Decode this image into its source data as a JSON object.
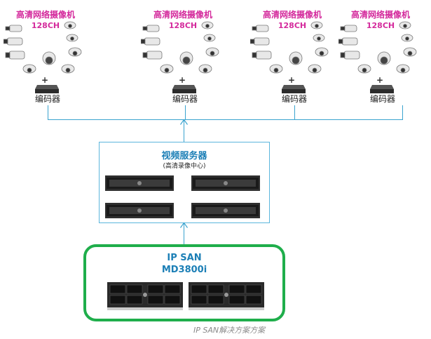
{
  "camera_groups": [
    {
      "title": "高清网络摄像机",
      "channels": "128CH",
      "encoder_label": "编码器"
    },
    {
      "title": "高清网络摄像机",
      "channels": "128CH",
      "encoder_label": "编码器"
    },
    {
      "title": "高清网络摄像机",
      "channels": "128CH",
      "encoder_label": "编码器"
    },
    {
      "title": "高清网络摄像机",
      "channels": "128CH",
      "encoder_label": "编码器"
    }
  ],
  "video_server": {
    "title": "视频服务器",
    "subtitle": "(高清录像中心)"
  },
  "ip_san": {
    "line1": "IP SAN",
    "line2": "MD3800i"
  },
  "caption": "IP SAN解决方案方案",
  "colors": {
    "accent": "#3aa3cf",
    "camera_text": "#d42a9c",
    "san_border": "#1fae4b",
    "server_title": "#1c7fb6"
  }
}
